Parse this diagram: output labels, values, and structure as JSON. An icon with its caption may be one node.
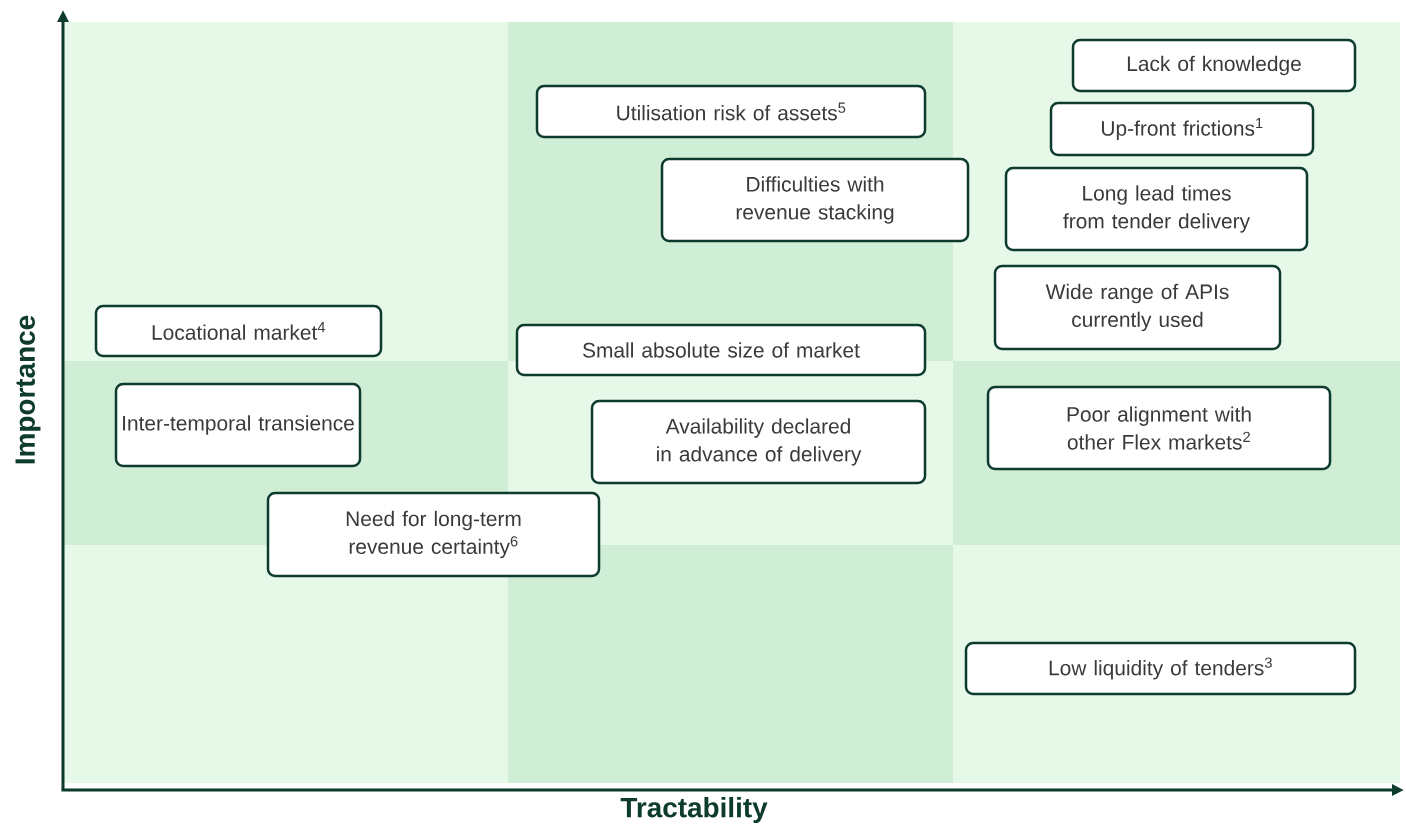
{
  "diagram": {
    "nodes": [
      {
        "text": [
          "Lack of knowledge"
        ]
      },
      {
        "text": [
          "Utilisation risk of assets$^{5}$"
        ]
      },
      {
        "text": [
          "Up-front frictions$^{1}$"
        ]
      },
      {
        "text": [
          "Difficulties with revenue stacking"
        ]
      },
      {
        "text": [
          "Long lead times from tender delivery"
        ]
      },
      {
        "text": [
          "Wide range of APIs currently used"
        ]
      },
      {
        "text": [
          "Locational market$^{4}$"
        ]
      },
      {
        "text": [
          "Small absolute size of market"
        ]
      },
      {
        "text": [
          "Inter-temporal transience"
        ]
      },
      {
        "text": [
          "Poor alignment with other Flex markets$^{2}$"
        ]
      },
      {
        "text": [
          "Availability declared in advance of delivery"
        ]
      },
      {
        "text": [
          "Need for long-term revenue certainty$^{6}$"
        ]
      },
      {
        "text": [
          "Low liquidity of tenders$^{3}$"
        ]
      }
    ],
    "labels": [
      "Importance",
      "Tractability"
    ]
  }
}
